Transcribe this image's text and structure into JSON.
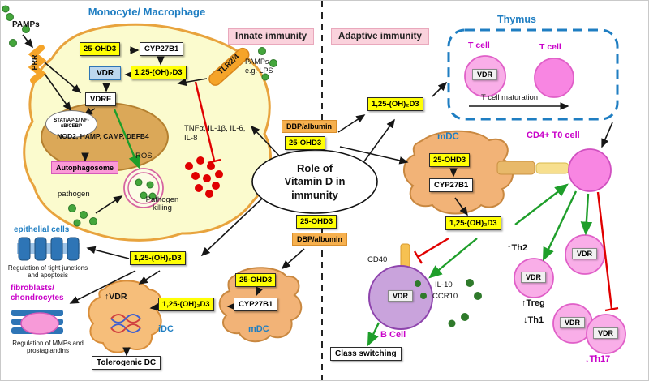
{
  "labels": {
    "monocyte_macrophage": "Monocyte/ Macrophage",
    "innate_immunity": "Innate immunity",
    "adaptive_immunity": "Adaptive immunity",
    "pamps": "PAMPs",
    "prr": "PRR",
    "ohd25": "25-OHD3",
    "cyp27b1": "CYP27B1",
    "dihydroxy_d3": "1,25-(OH)₂D3",
    "vdr": "VDR",
    "vdre": "VDRE",
    "transcription_factors": "STAT/AP-1/ NF-κB/CEBP",
    "target_genes": "NOD2, HAMP, CAMP, DEFB4",
    "autophagosome": "Autophagosome",
    "pathogen": "pathogen",
    "pathogen_killing": "Pathogen killing",
    "ros": "ROS",
    "cytokines": "TNFα, IL-1β, IL-6, IL-8",
    "tlr24": "TLR2/4",
    "pamps_lps": "PAMPs e.g. LPS",
    "center_title": "Role of Vitamin D in immunity",
    "epithelial_cells": "epithelial cells",
    "tight_junctions": "Regulation of tight junctions and apoptosis",
    "fibroblasts": "fibroblasts/ chondrocytes",
    "mmps": "Regulation of MMPs and prostaglandins",
    "vdr_up": "↑VDR",
    "idc": "iDC",
    "mdc": "mDC",
    "tolerogenic_dc": "Tolerogenic DC",
    "dbp_albumin": "DBP/albumin",
    "thymus": "Thymus",
    "t_cell": "T cell",
    "t_cell_maturation": "T cell maturation",
    "cd4_t0_cell": "CD4+ T0 cell",
    "th2": "↑Th2",
    "treg": "↑Treg",
    "th1": "↓Th1",
    "th17": "↓Th17",
    "cd40": "CD40",
    "b_cell": "B Cell",
    "il10": "IL-10",
    "ccr10": "CCR10",
    "class_switching": "Class switching"
  },
  "colors": {
    "yellow_box": "#FFFF05",
    "orange_box": "#F6B04E",
    "pink_banner": "#FAD2DC",
    "cell_yellow": "#FBFBCE",
    "nucleus_tan": "#DBA858",
    "pink_cell": "#F9AEE8",
    "purple_cell": "#C9A3DC",
    "blue_label": "#1F7EC2",
    "magenta_label": "#C902C9",
    "green_arrow": "#1E9E2A",
    "red_inhibit": "#E00000"
  }
}
